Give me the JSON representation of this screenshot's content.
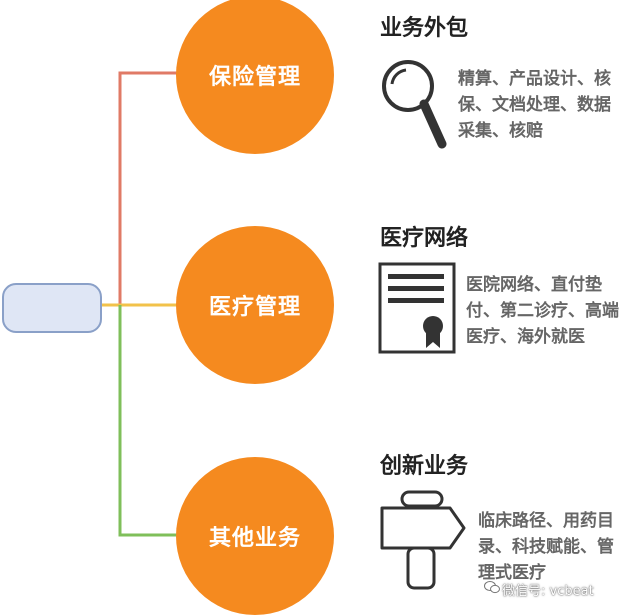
{
  "sections": [
    {
      "circle": "保险管理",
      "title": "业务外包",
      "desc": [
        "精算、产品设计、核",
        "保、文档处理、数据",
        "采集、核赔"
      ],
      "icon": "magnifier-icon",
      "line_color": "#e07a66"
    },
    {
      "circle": "医疗管理",
      "title": "医疗网络",
      "desc": [
        "医院网络、直付垫",
        "付、第二诊疗、高端",
        "医疗、海外就医"
      ],
      "icon": "certificate-icon",
      "line_color": "#f2c24a"
    },
    {
      "circle": "其他业务",
      "title": "创新业务",
      "desc": [
        "临床路径、用药目",
        "录、科技赋能、管",
        "理式医疗"
      ],
      "icon": "signpost-icon",
      "line_color": "#7fbf5a"
    }
  ],
  "colors": {
    "circle": "#f58a1f",
    "hub_fill": "#dfe6f5",
    "hub_border": "#8aa0c8",
    "icon": "#333333"
  },
  "watermark": "微信号: vcbeat"
}
